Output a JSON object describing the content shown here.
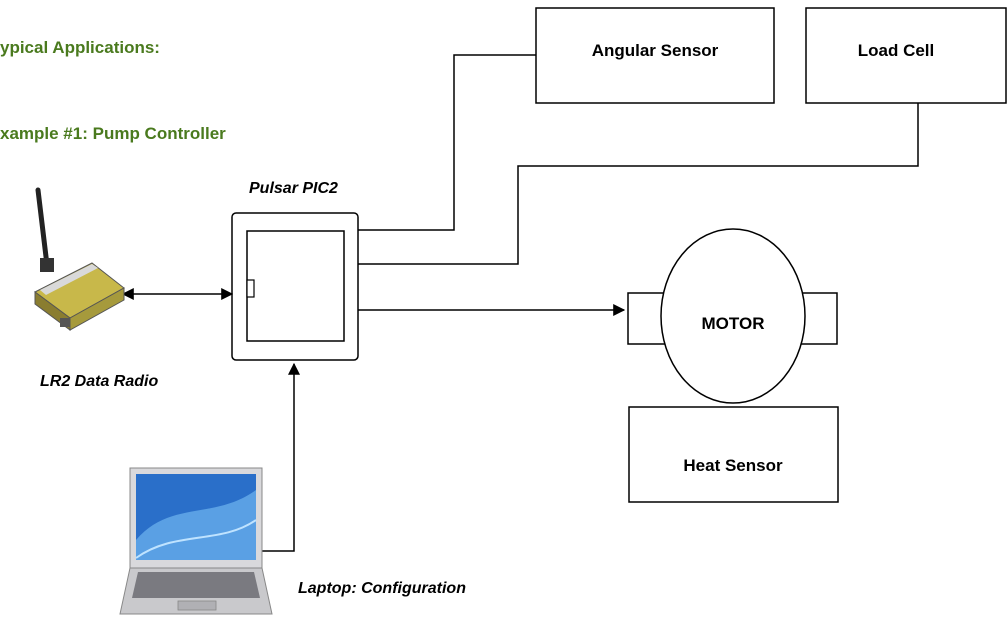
{
  "headings": {
    "section": "ypical Applications:",
    "example": "xample #1: Pump Controller"
  },
  "labels": {
    "controller": "Pulsar PIC2",
    "radio": "LR2 Data Radio",
    "laptop": "Laptop: Configuration"
  },
  "components": {
    "angular_sensor": "Angular Sensor",
    "load_cell": "Load Cell",
    "motor": "MOTOR",
    "heat_sensor": "Heat Sensor"
  },
  "colors": {
    "heading": "#4a7a1e",
    "lines": "#000000",
    "radio_body": "#c8b84a",
    "laptop_screen": "#2a6fc9"
  },
  "icons": {
    "radio": "radio-device-icon",
    "laptop": "laptop-icon"
  }
}
